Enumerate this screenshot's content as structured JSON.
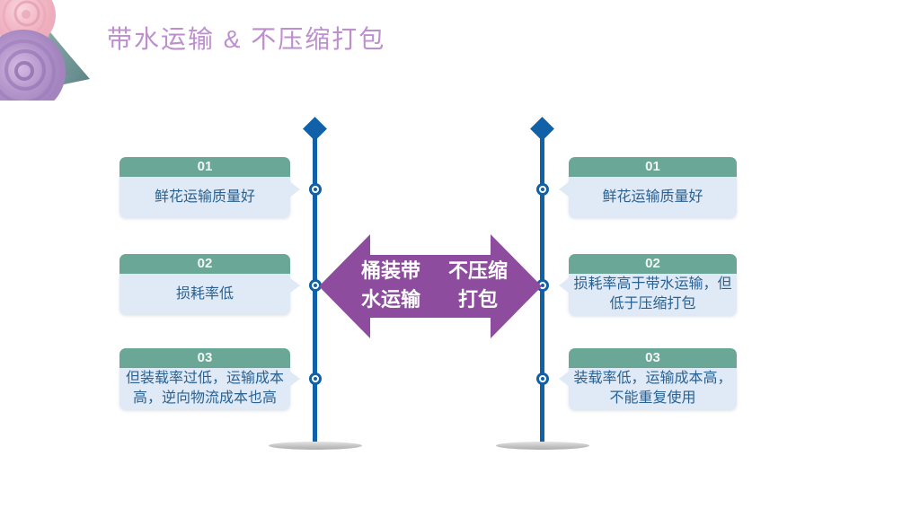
{
  "slide": {
    "title": "带水运输 & 不压缩打包"
  },
  "comparison": {
    "left": {
      "arrow_label": "桶装带水运输",
      "items": [
        {
          "number": "01",
          "text": "鲜花运输质量好"
        },
        {
          "number": "02",
          "text": "损耗率低"
        },
        {
          "number": "03",
          "text": "但装载率过低，运输成本高，逆向物流成本也高"
        }
      ]
    },
    "right": {
      "arrow_label": "不压缩打包",
      "items": [
        {
          "number": "01",
          "text": "鲜花运输质量好"
        },
        {
          "number": "02",
          "text": "损耗率高于带水运输，但低于压缩打包"
        },
        {
          "number": "03",
          "text": "装载率低，运输成本高，不能重复使用"
        }
      ]
    }
  },
  "icons": {
    "flower": "watercolor-flower-decoration",
    "diamond": "timeline-diamond",
    "node": "timeline-node-ring",
    "base": "timeline-stand-base",
    "arrow": "double-headed-arrow"
  },
  "colors": {
    "title": "#bd8fce",
    "header_green": "#6ba796",
    "body_blue": "#dfeaf6",
    "body_text": "#2a6191",
    "timeline_blue": "#1161a8",
    "arrow_purple": "#8d4c9e",
    "base_gray": "#c4c4c4"
  }
}
